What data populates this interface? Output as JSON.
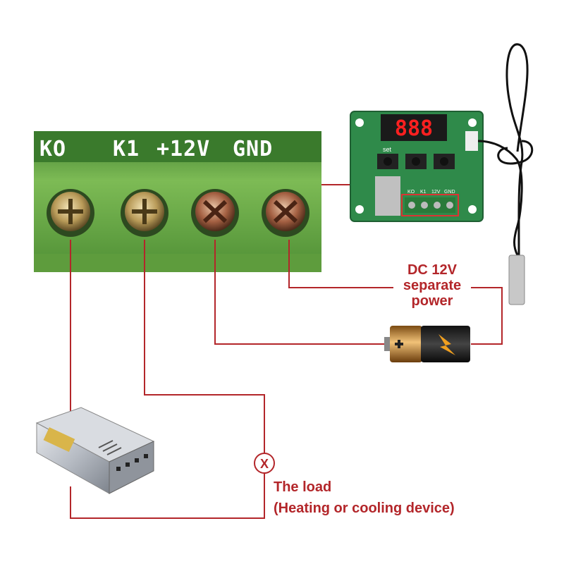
{
  "terminal_block": {
    "labels": [
      "KO",
      "K1",
      "+12V",
      "GND"
    ]
  },
  "module": {
    "display": "888",
    "set_label": "set",
    "terminal_labels": [
      "KO",
      "K1",
      "12V",
      "GND"
    ]
  },
  "power_label": {
    "lines": [
      "DC 12V",
      "separate",
      "power"
    ]
  },
  "load_label": {
    "lines": [
      "The load",
      "(Heating or cooling device)"
    ]
  },
  "load_symbol": "X",
  "colors": {
    "wire": "#b3262a",
    "terminal_green": "#6fb04a",
    "pcb_green": "#2f8a4a",
    "led_red": "#ff2020"
  }
}
